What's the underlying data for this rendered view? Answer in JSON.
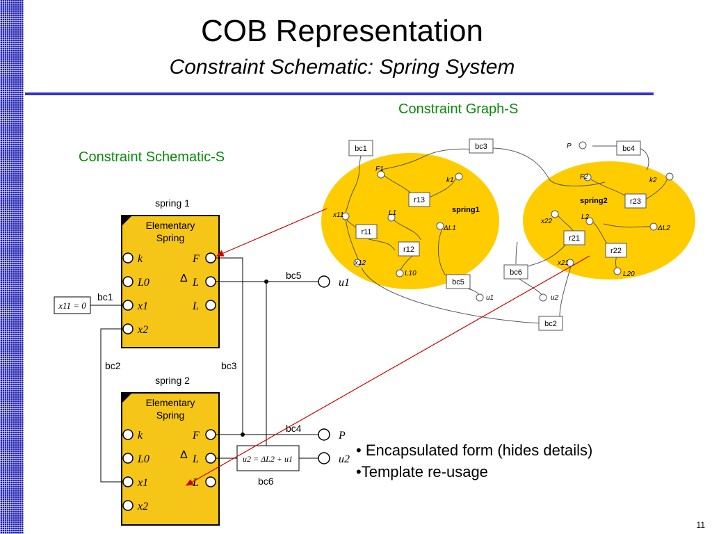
{
  "title": "COB Representation",
  "subtitle": "Constraint Schematic: Spring System",
  "graph_label": "Constraint Graph-S",
  "schematic_label": "Constraint Schematic-S",
  "bullets": [
    "• Encapsulated form (hides details)",
    "•Template re-usage"
  ],
  "page_number": "11",
  "schematic": {
    "spring1_caption": "spring 1",
    "spring2_caption": "spring 2",
    "box_title_line1": "Elementary",
    "box_title_line2": "Spring",
    "ports_left": [
      "k",
      "L0",
      "x1",
      "x2"
    ],
    "ports_right": [
      "F",
      "L",
      "L"
    ],
    "delta": "Δ",
    "bc_labels": {
      "bc1": "bc1",
      "bc2": "bc2",
      "bc3": "bc3",
      "bc4": "bc4",
      "bc5": "bc5",
      "bc6": "bc6"
    },
    "x11_eq": "x11 = 0",
    "u2_eq": "u2 = ΔL2 + u1",
    "terminal_u1": "u1",
    "terminal_P": "P",
    "terminal_u2": "u2"
  },
  "graph": {
    "spring1_label": "spring1",
    "spring2_label": "spring2",
    "boxes": [
      "bc1",
      "bc3",
      "bc4",
      "r13",
      "r11",
      "r12",
      "r23",
      "r21",
      "r22",
      "bc5",
      "bc6",
      "bc2"
    ],
    "nodes1": [
      "F1",
      "k1",
      "L1",
      "ΔL1",
      "x11",
      "x12",
      "L10"
    ],
    "nodes2": [
      "F2",
      "k2",
      "L2",
      "ΔL2",
      "x22",
      "x21",
      "L20"
    ],
    "free_nodes": [
      "P",
      "u1",
      "u2"
    ]
  },
  "colors": {
    "gold": "#ffcc00",
    "box_fill": "#f5c518",
    "rule": "#3333cc",
    "green": "#0a8a0a",
    "arrow": "#cc0000"
  }
}
